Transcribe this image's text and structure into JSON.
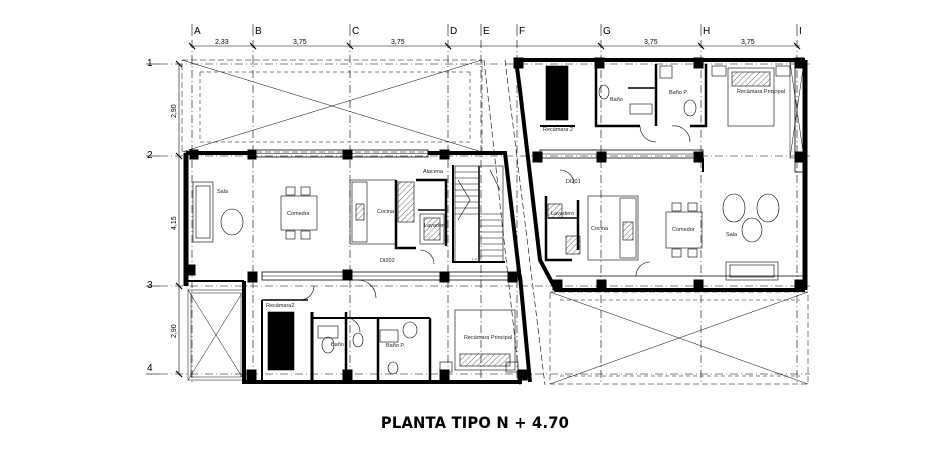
{
  "title": "PLANTA TIPO N + 4.70",
  "grid_columns": [
    "A",
    "B",
    "C",
    "D",
    "E",
    "F",
    "G",
    "H",
    "I"
  ],
  "grid_rows": [
    "1",
    "2",
    "3",
    "4"
  ],
  "dimensions_top": [
    "2,33",
    "3,75",
    "3,75",
    "3,75",
    "3,75"
  ],
  "dimensions_left": [
    "2,90",
    "4,15",
    "2,90"
  ],
  "rooms": {
    "sala_left": "Sala",
    "comedor_left": "Comedor",
    "cocina_left": "Cocina",
    "alacena_left": "Alacena",
    "lavadero_left": "Lavadero",
    "duct_left": "Dt202",
    "closet_mark": "L.c.45",
    "rec2_left": "Recámara2",
    "bano_left": "Baño",
    "banop_left": "Baño P.",
    "recp_left": "Recámara Principal",
    "duct_right": "Dt201",
    "lavadero_right": "Lavadero",
    "cocina_right": "Cocina",
    "comedor_right": "Comedor",
    "sala_right": "Sala",
    "rec2_right": "Recámara 2",
    "bano_right": "Baño",
    "banop_right": "Baño P.",
    "recp_right": "Recámara Principal"
  }
}
